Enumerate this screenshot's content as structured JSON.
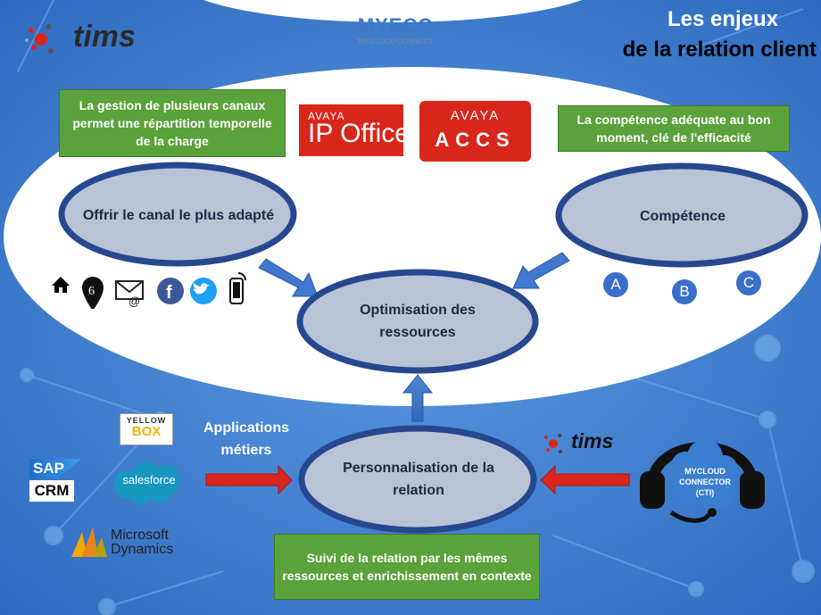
{
  "title": {
    "line1": "Les enjeux",
    "line2": "de la relation client"
  },
  "logos": {
    "tims": "tims",
    "myecc": "MYECC",
    "myecc_sub": "MY CLOUD CONNECT",
    "ipoffice_brand": "AVAYA",
    "ipoffice_text": "IP Office",
    "accs_brand": "AVAYA",
    "accs_text": "ACCS",
    "yellowbox_top": "YELLOW",
    "yellowbox_bottom": "BOX",
    "sap_top": "SAP",
    "sap_bottom": "CRM",
    "salesforce": "salesforce",
    "msdyn_top": "Microsoft",
    "msdyn_bottom": "Dynamics",
    "headset": "MYCLOUD CONNECTOR (CTI)"
  },
  "boxes": {
    "channels": "La gestion de plusieurs canaux permet une répartition temporelle de la charge",
    "competence_box": "La compétence adéquate au bon moment, clé de l'efficacité",
    "suivi": "Suivi de la relation par les mêmes ressources et enrichissement en contexte"
  },
  "ellipses": {
    "offrir": "Offrir le canal le plus adapté",
    "competence": "Compétence",
    "optimisation": "Optimisation des ressources",
    "personnalisation": "Personnalisation de la relation"
  },
  "applications": "Applications métiers",
  "skills": [
    "A",
    "B",
    "C"
  ],
  "icons": [
    "home-icon",
    "location-pin-icon",
    "email-icon",
    "facebook-icon",
    "twitter-icon",
    "mobile-phone-icon"
  ],
  "colors": {
    "background": "#3f7fce",
    "green": "#5aa23a",
    "ellipse_border": "#27488f",
    "ellipse_fill": "#b8c4d6",
    "red": "#d9261c"
  }
}
